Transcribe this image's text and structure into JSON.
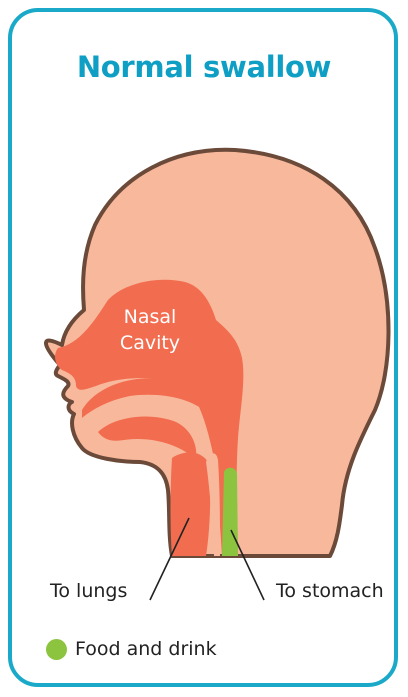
{
  "title": "Normal swallow",
  "labels": {
    "nasal_line1": "Nasal",
    "nasal_line2": "Cavity",
    "to_lungs": "To lungs",
    "to_stomach": "To stomach"
  },
  "legend": {
    "food_label": "Food and drink"
  },
  "colors": {
    "border": "#1aa9c9",
    "title": "#0f9ec4",
    "skin": "#f8b89c",
    "skin_outline": "#6b4a3a",
    "airway": "#f26c4f",
    "food": "#8cc43f"
  }
}
